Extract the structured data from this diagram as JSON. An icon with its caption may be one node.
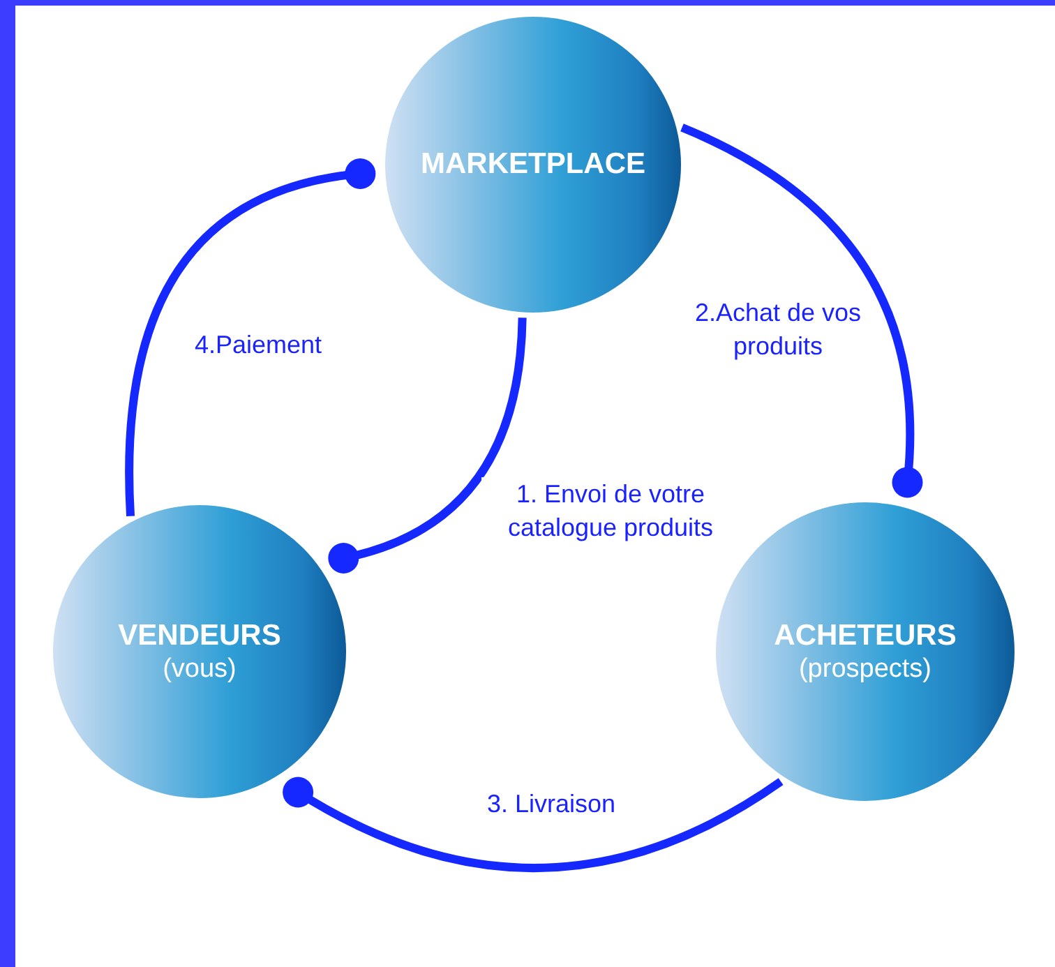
{
  "diagram": {
    "nodes": [
      {
        "text": [
          "MARKETPLACE"
        ]
      },
      {
        "text": [
          "VENDEURS",
          "(vous)"
        ]
      },
      {
        "text": [
          "ACHETEURS",
          "(prospects)"
        ]
      }
    ],
    "edges": [
      {
        "from": 0,
        "to": 1,
        "arrow": "other",
        "label": "1. Envoi de votre catalogue produits"
      },
      {
        "from": 0,
        "to": 2,
        "arrow": "other",
        "label": "2.Achat de vos produits"
      },
      {
        "from": 2,
        "to": 1,
        "arrow": "other",
        "label": "3. Livraison"
      },
      {
        "from": 1,
        "to": 0,
        "arrow": "other",
        "label": "4.Paiement"
      }
    ]
  }
}
